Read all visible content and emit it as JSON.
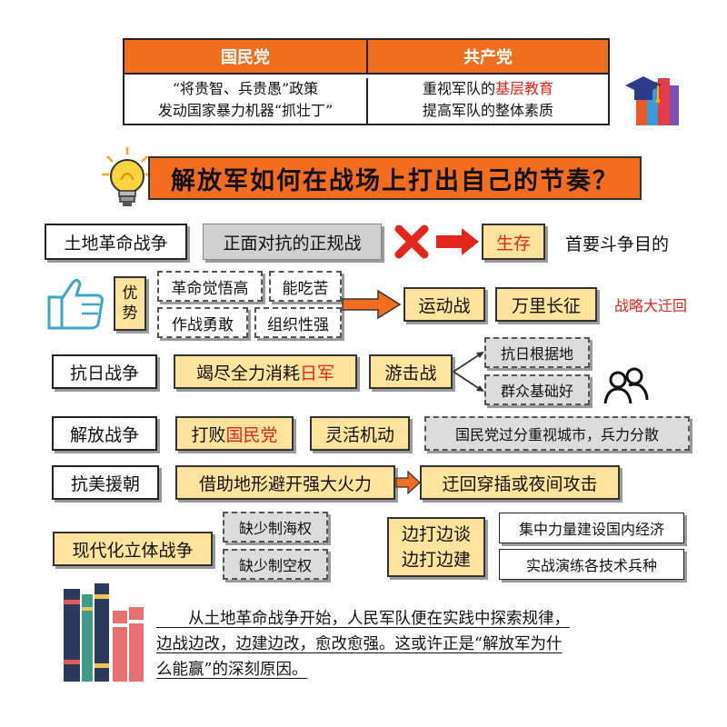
{
  "table": {
    "kmt_header": "国民党",
    "cpc_header": "共产党",
    "kmt_line1": "“将贵智、兵贵愚”政策",
    "kmt_line2": "发动国家暴力机器“抓壮丁”",
    "cpc_line1_pre": "重视军队的",
    "cpc_line1_em": "基层教育",
    "cpc_line2": "提高军队的整体素质"
  },
  "banner": {
    "title": "解放军如何在战场上打出自己的节奏？"
  },
  "row1": {
    "war": "土地革命战争",
    "tactic": "正面对抗的正规战",
    "result": "生存",
    "goal": "首要斗争目的"
  },
  "row2": {
    "advantage_label": "优势",
    "traits": [
      "革命觉悟高",
      "能吃苦",
      "作战勇敢",
      "组织性强"
    ],
    "mobile": "运动战",
    "long_march": "万里长征",
    "strategic": "战略大迁回"
  },
  "row3": {
    "war": "抗日战争",
    "goal_pre": "竭尽全力消耗",
    "goal_em": "日军",
    "guerrilla": "游击战",
    "branches": [
      "抗日根据地",
      "群众基础好"
    ]
  },
  "row4": {
    "war": "解放战争",
    "goal_pre": "打败",
    "goal_em": "国民党",
    "flex": "灵活机动",
    "note": "国民党过分重视城市，兵力分散"
  },
  "row5": {
    "war": "抗美援朝",
    "tactic": "借助地形避开强大火力",
    "result": "迂回穿插或夜间攻击"
  },
  "row6": {
    "war": "现代化立体战争",
    "lacks": [
      "缺少制海权",
      "缺少制空权"
    ],
    "negotiate_line1": "边打边谈",
    "negotiate_line2": "边打边建",
    "actions": [
      "集中力量建设国内经济",
      "实战演练各技术兵种"
    ]
  },
  "summary": {
    "line1": "　　从土地革命战争开始，人民军队便在实践中探索规律，",
    "line2": "边战边改，边建边改，愈改愈强。这或许正是“解放军为什",
    "line3": "么能赢”的深刻原因。"
  },
  "colors": {
    "orange": "#f26d1f",
    "yellow": "#fde39b",
    "red": "#e2261b",
    "gray": "#d0d0d0"
  }
}
